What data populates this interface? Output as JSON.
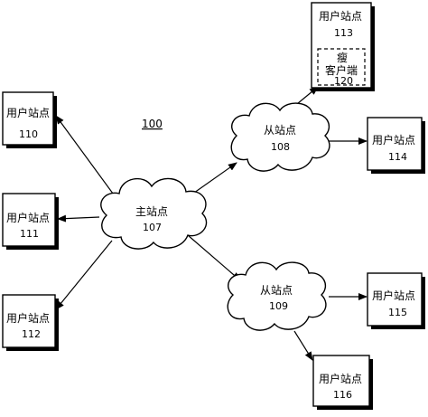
{
  "diagram_label": "100",
  "master_station": {
    "label": "主站点",
    "number": "107"
  },
  "slave_stations": [
    {
      "label": "从站点",
      "number": "108"
    },
    {
      "label": "从站点",
      "number": "109"
    }
  ],
  "user_stations": [
    {
      "label": "用户站点",
      "number": "110"
    },
    {
      "label": "用户站点",
      "number": "111"
    },
    {
      "label": "用户站点",
      "number": "112"
    },
    {
      "label": "用户站点",
      "number": "113"
    },
    {
      "label": "用户站点",
      "number": "114"
    },
    {
      "label": "用户站点",
      "number": "115"
    },
    {
      "label": "用户站点",
      "number": "116"
    }
  ],
  "thin_client": {
    "label_line1": "瘦",
    "label_line2": "客户端",
    "number": "120"
  },
  "colors": {
    "line": "#000000",
    "fill": "#ffffff",
    "shadow": "#000000"
  }
}
